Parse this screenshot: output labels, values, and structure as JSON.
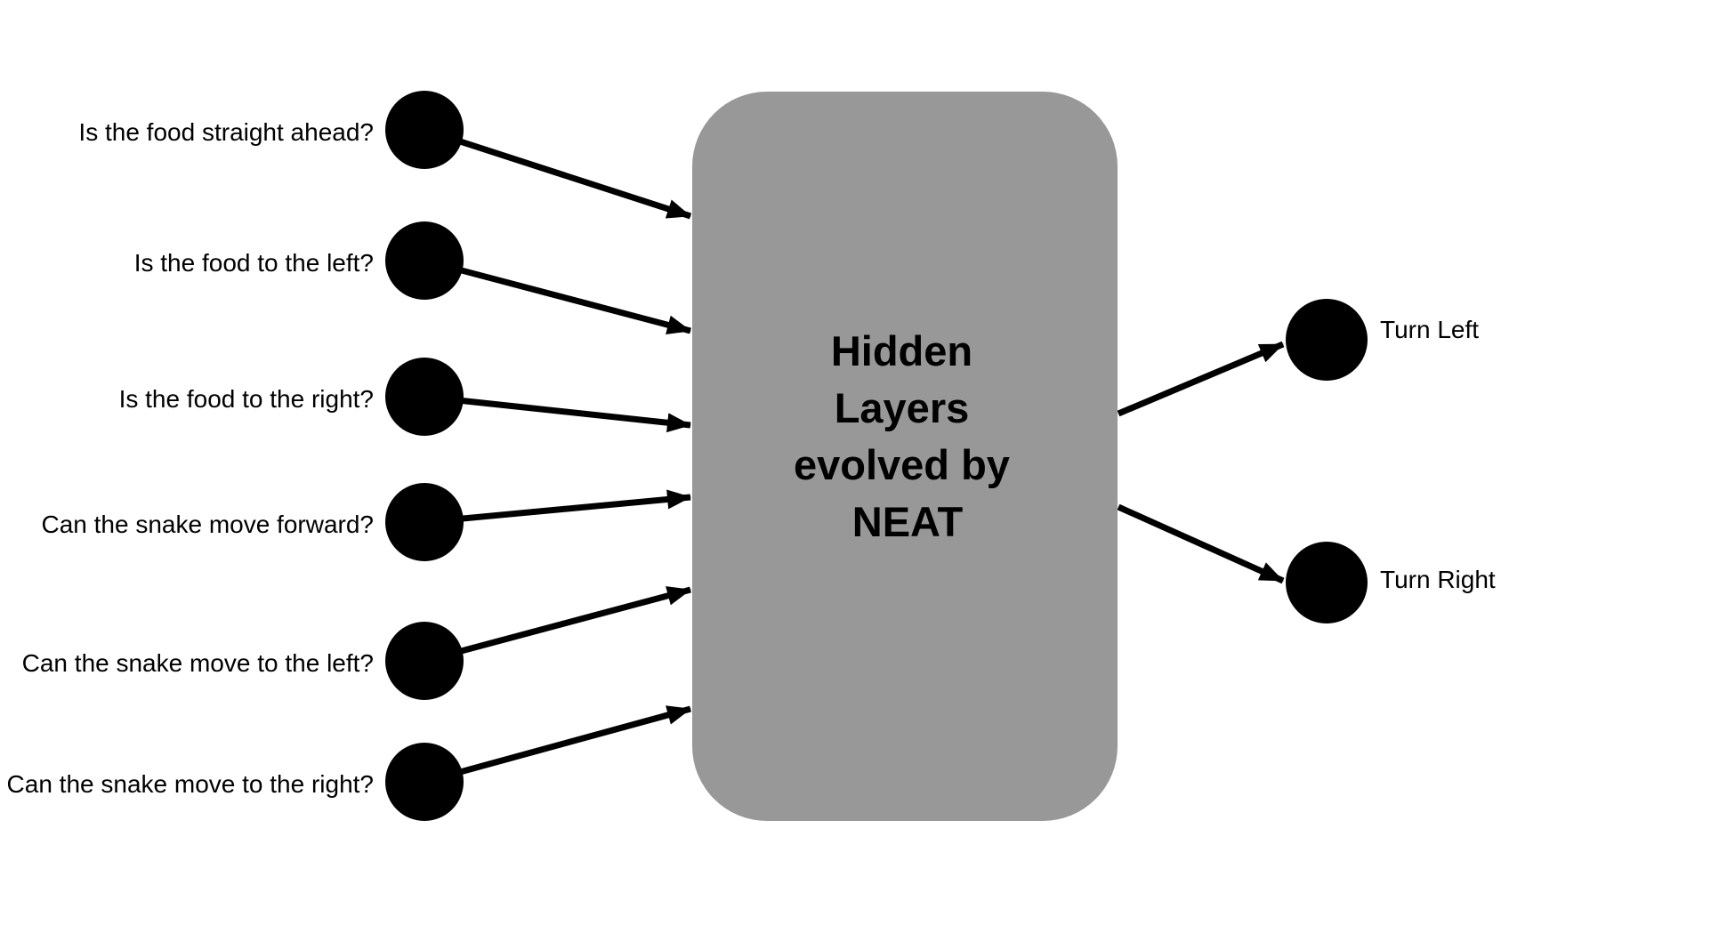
{
  "diagram": {
    "background_color": "#ffffff",
    "node_color": "#000000",
    "arrow_color": "#000000",
    "box": {
      "fill": "#989898",
      "text_color": "#000000",
      "label_lines": [
        "Hidden",
        "Layers",
        "evolved by",
        "NEAT"
      ],
      "label_full": "Hidden Layers evolved by NEAT"
    },
    "inputs": [
      {
        "label": "Is the food straight ahead?"
      },
      {
        "label": "Is the food to the left?"
      },
      {
        "label": "Is the food to the right?"
      },
      {
        "label": "Can the snake move forward?"
      },
      {
        "label": "Can the snake move to the left?"
      },
      {
        "label": "Can the snake move to the right?"
      }
    ],
    "outputs": [
      {
        "label": "Turn Left"
      },
      {
        "label": "Turn Right"
      }
    ]
  }
}
